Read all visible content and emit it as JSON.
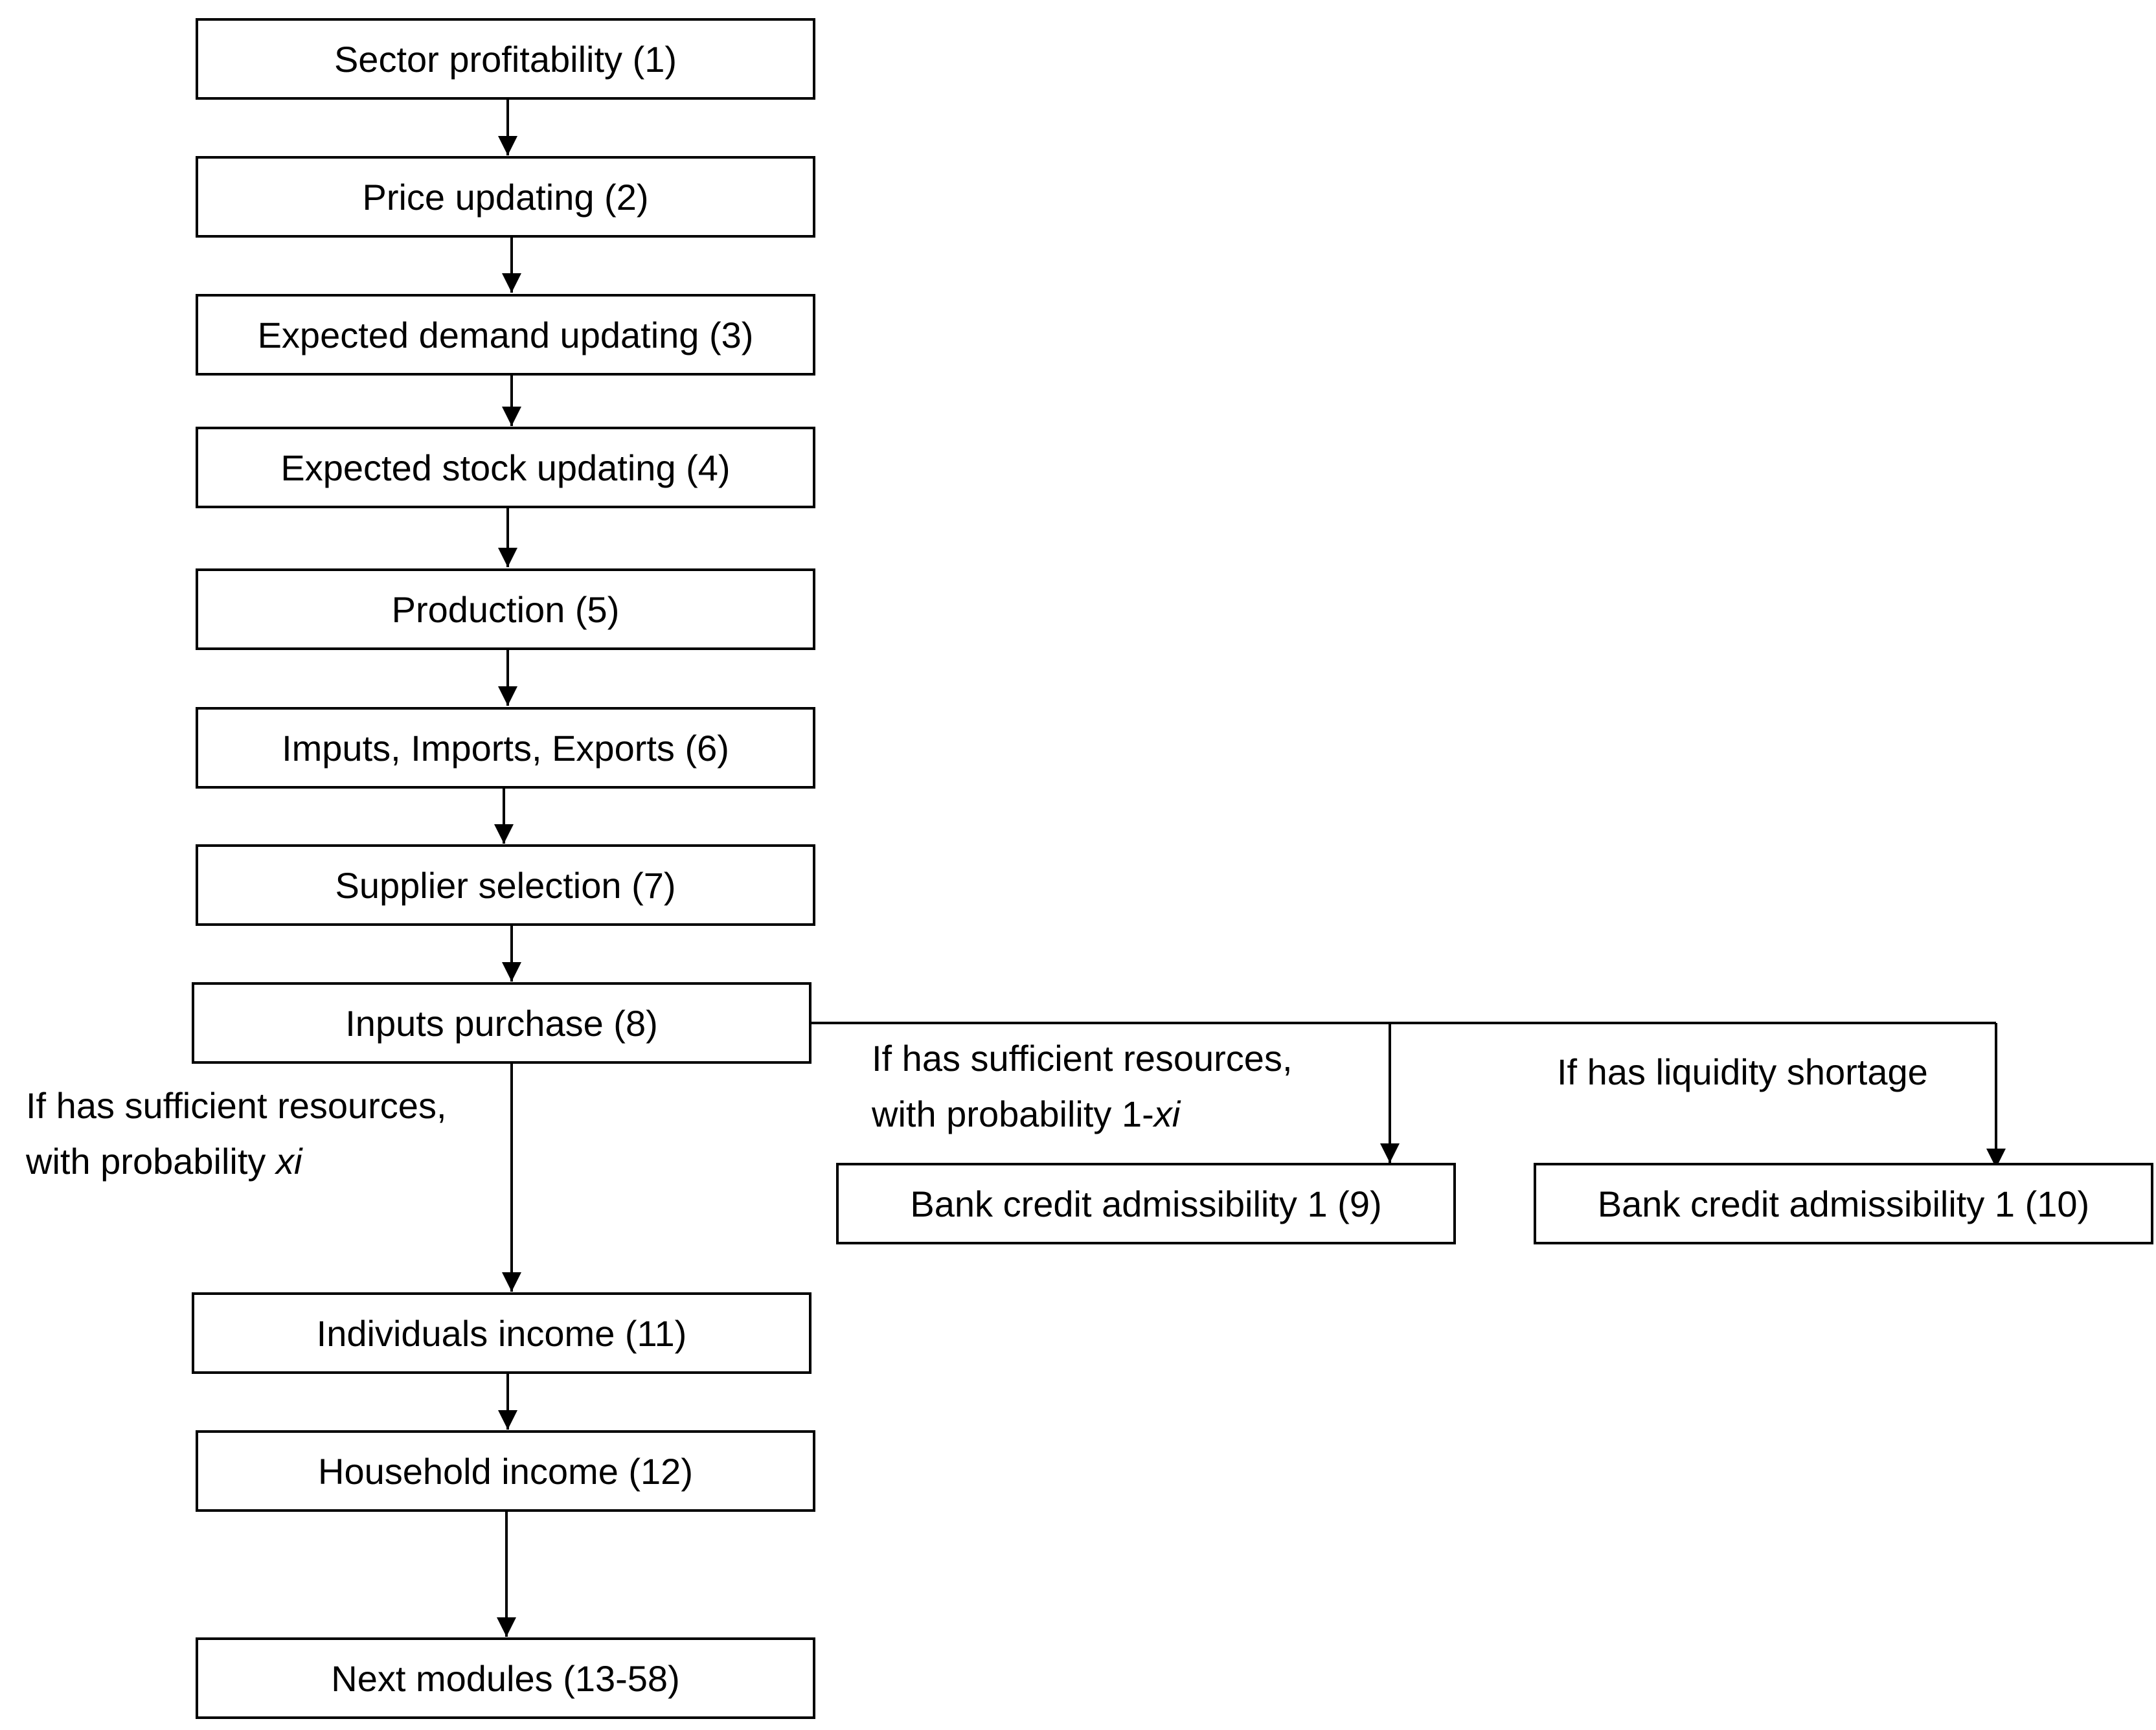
{
  "nodes": {
    "n1": "Sector profitability (1)",
    "n2": "Price updating (2)",
    "n3": "Expected demand updating (3)",
    "n4": "Expected stock updating (4)",
    "n5": "Production (5)",
    "n6": "Imputs, Imports, Exports (6)",
    "n7": "Supplier selection (7)",
    "n8": "Inputs purchase (8)",
    "n9": "Bank credit admissibility 1 (9)",
    "n10": "Bank credit admissibility 1 (10)",
    "n11": "Individuals income (11)",
    "n12": "Household income (12)",
    "n13": "Next modules (13-58)"
  },
  "conditions": {
    "left": {
      "line1": "If has sufficient resources,",
      "line2_prefix": "with probability ",
      "line2_var": "xi"
    },
    "middle": {
      "line1": "If has sufficient resources,",
      "line2_prefix": "with probability 1-",
      "line2_var": "xi"
    },
    "right": {
      "line1": "If has liquidity shortage"
    }
  }
}
